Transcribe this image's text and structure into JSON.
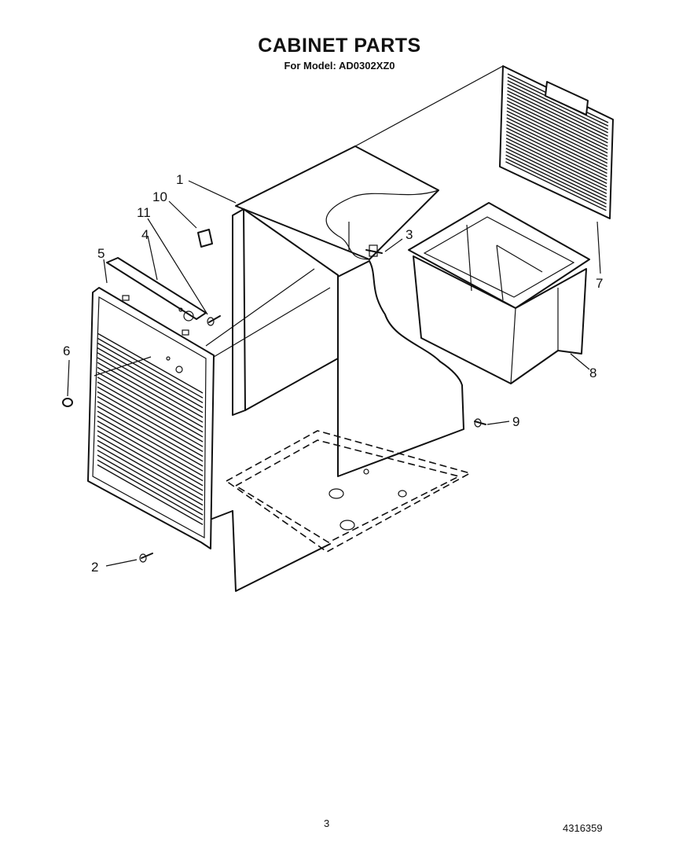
{
  "header": {
    "title": "CABINET PARTS",
    "subtitle": "For Model: AD0302XZ0"
  },
  "callouts": [
    "1",
    "2",
    "3",
    "4",
    "5",
    "6",
    "7",
    "8",
    "9",
    "10",
    "11"
  ],
  "footer": {
    "page_number": "3",
    "document_number": "4316359"
  }
}
